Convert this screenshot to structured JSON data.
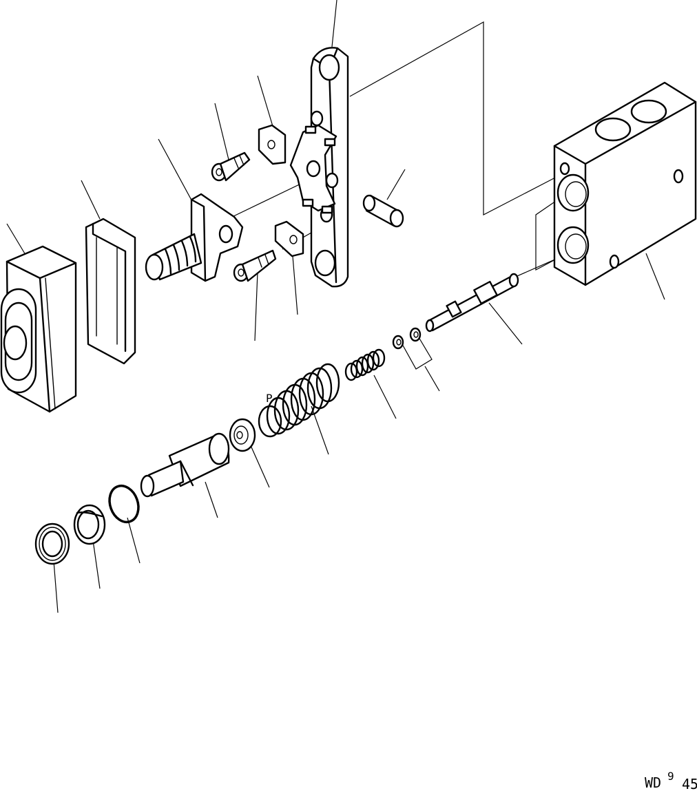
{
  "figure": {
    "spring_marker": "P",
    "code_main": "WD",
    "code_super": "9",
    "page_number": "45"
  },
  "colors": {
    "ink": "#000000",
    "paper": "#ffffff"
  },
  "parts": [
    "cover-block",
    "gasket",
    "plunger-flange",
    "bolt-upper",
    "bolt-lower",
    "plate-upper",
    "plate-lower",
    "bracket-plate",
    "lever",
    "pin",
    "valve-body",
    "spool",
    "washer-small-1",
    "washer-small-2",
    "spring-inner",
    "spring-outer",
    "spring-seat",
    "piston",
    "o-ring",
    "collar",
    "seal-ring"
  ]
}
